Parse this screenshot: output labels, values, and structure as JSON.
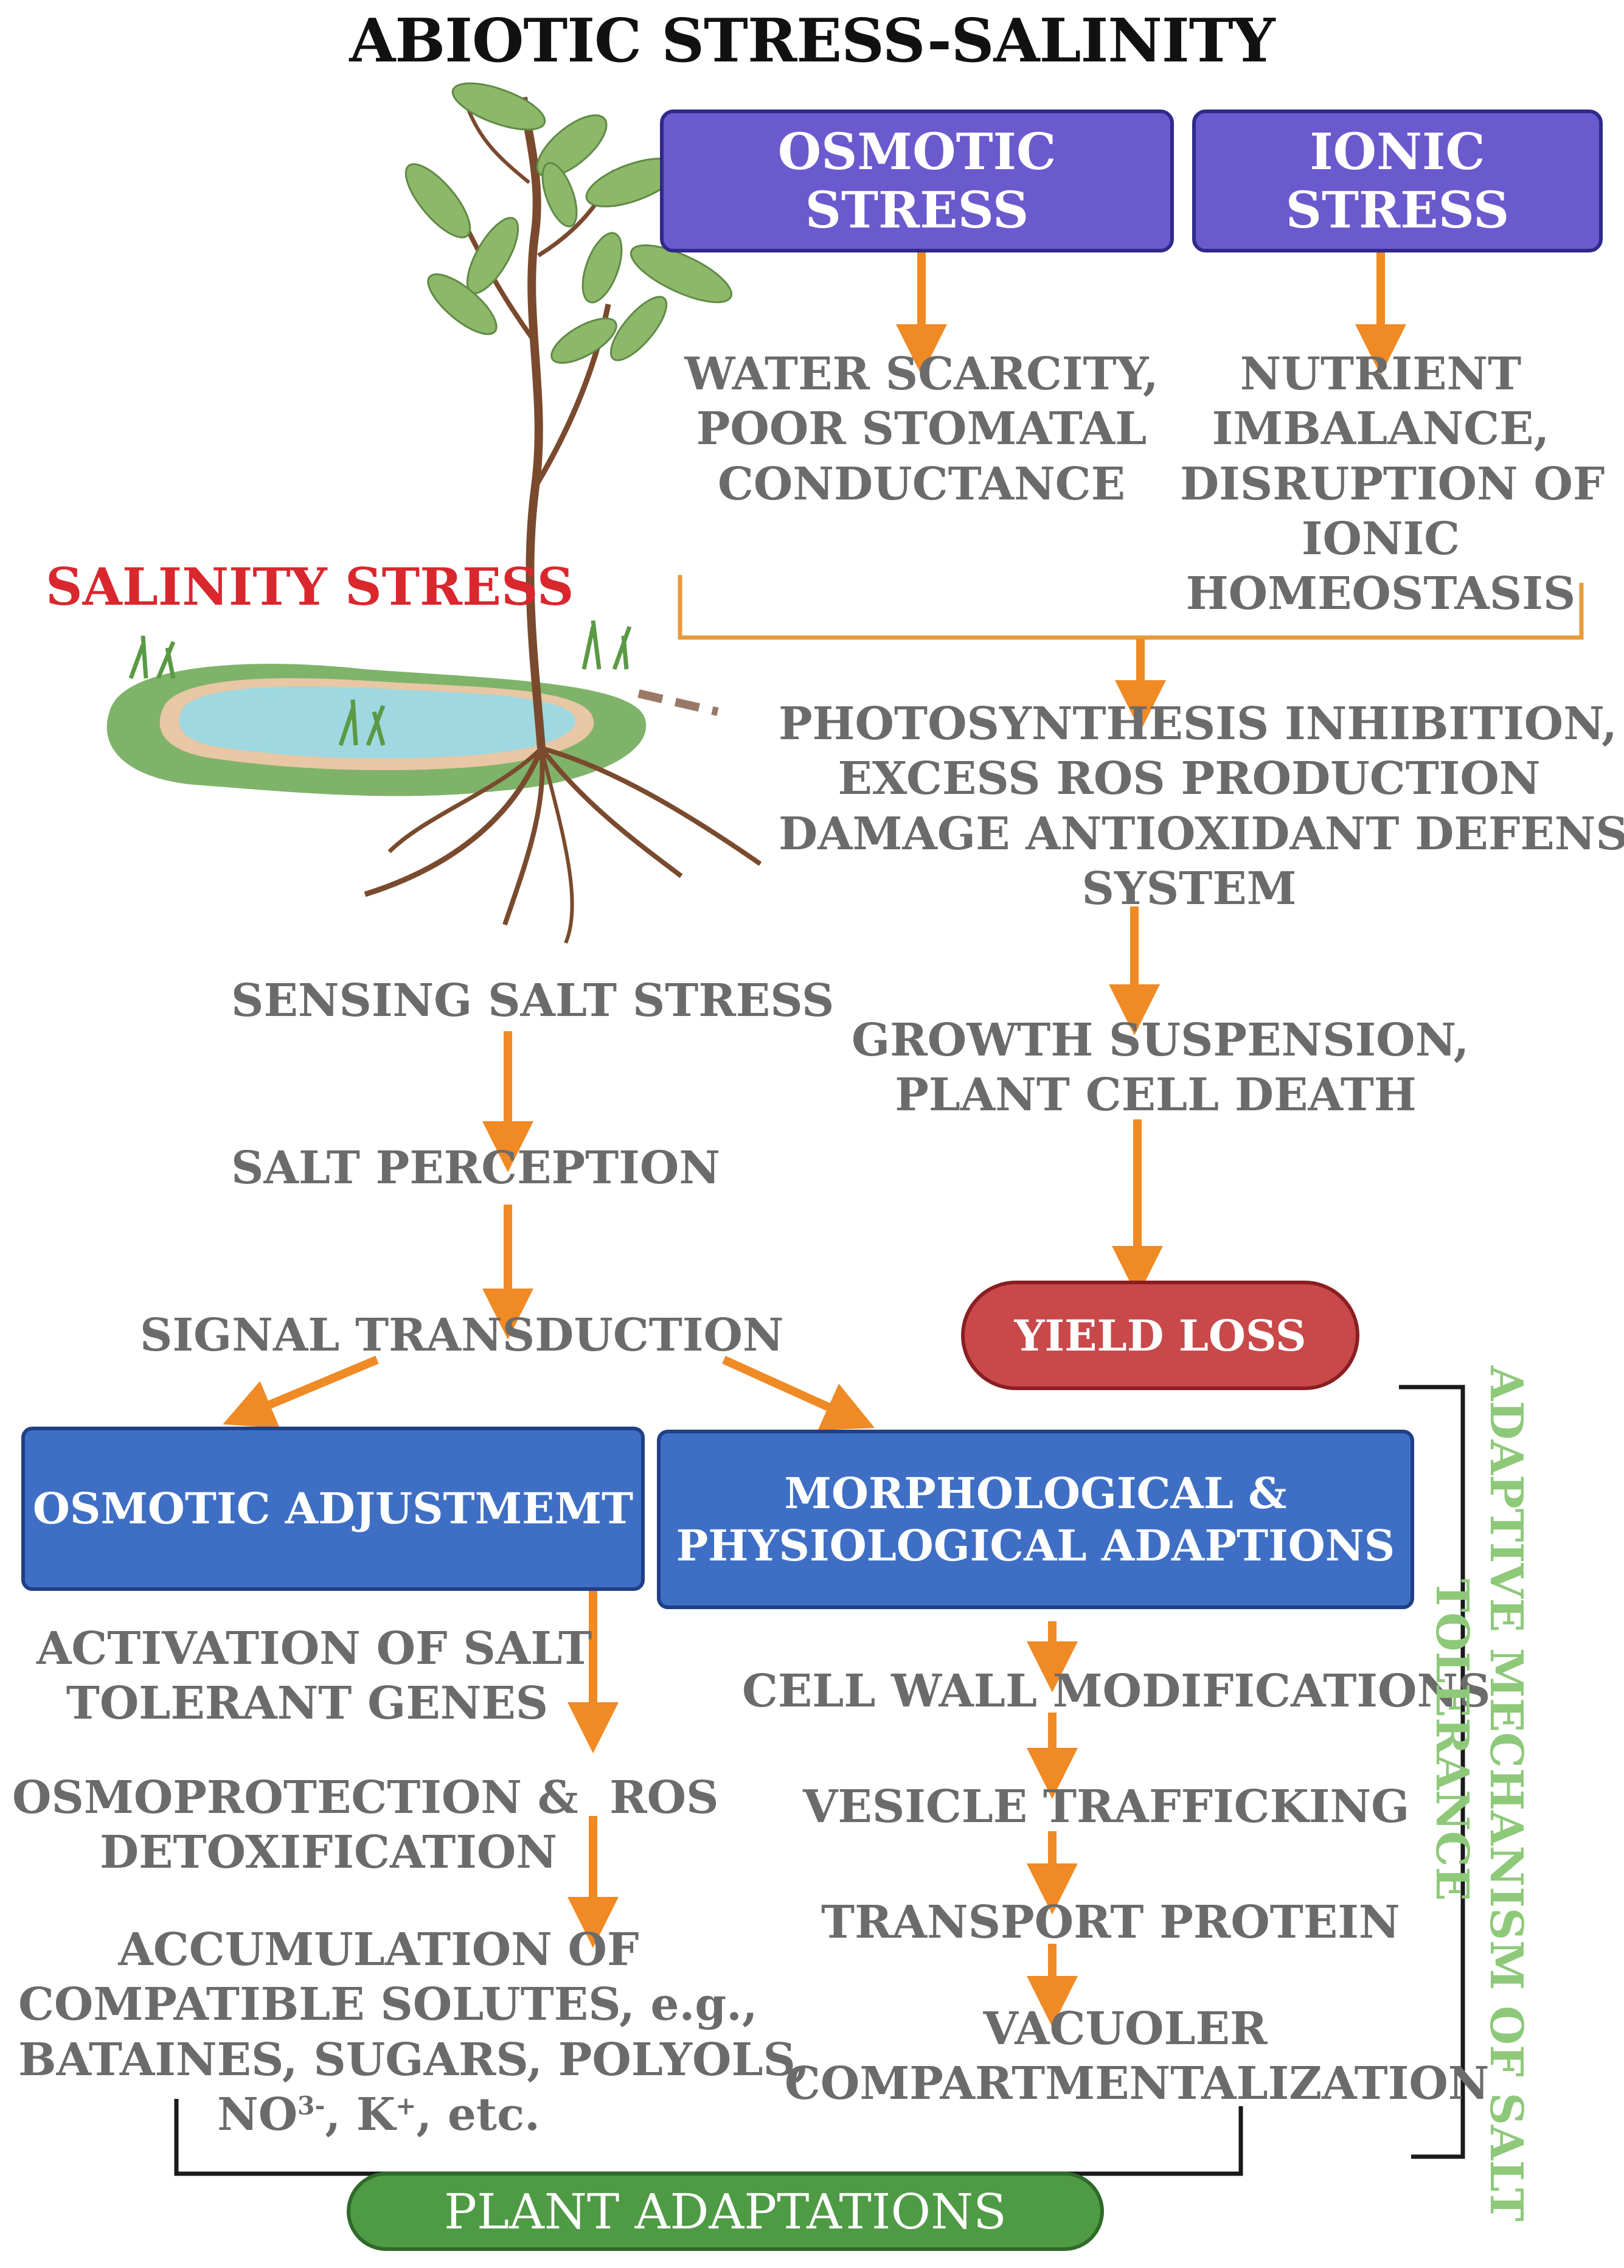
{
  "title": "ABIOTIC STRESS-SALINITY",
  "left_label": "SALINITY STRESS",
  "boxes": {
    "osmotic_stress": "OSMOTIC STRESS",
    "ionic_stress": "IONIC STRESS",
    "yield_loss": "YIELD LOSS",
    "osmotic_adjustment": "OSMOTIC ADJUSTMEMT",
    "morphological_1": "MORPHOLOGICAL &",
    "morphological_2": "PHYSIOLOGICAL ADAPTIONS",
    "plant_adaptations": "PLANT ADAPTATIONS"
  },
  "effects": {
    "water_1": "WATER SCARCITY,",
    "water_2": "POOR STOMATAL",
    "water_3": "CONDUCTANCE",
    "nutrient_1": "NUTRIENT",
    "nutrient_2": "IMBALANCE,",
    "nutrient_3": "DISRUPTION OF",
    "nutrient_4": "IONIC",
    "nutrient_5": "HOMEOSTASIS",
    "photo_1": "PHOTOSYNTHESIS INHIBITION,",
    "photo_2": "EXCESS ROS PRODUCTION",
    "photo_3": "DAMAGE ANTIOXIDANT DEFENSE",
    "photo_4": "SYSTEM",
    "growth_1": "GROWTH SUSPENSION,",
    "growth_2": "PLANT CELL DEATH"
  },
  "pathway": {
    "sensing": "SENSING SALT STRESS",
    "perception": "SALT PERCEPTION",
    "signal": "SIGNAL TRANSDUCTION"
  },
  "osmotic_steps": {
    "activation_1": "ACTIVATION OF SALT",
    "activation_2": "TOLERANT GENES",
    "osmoprotection_1": "OSMOPROTECTION &  ROS",
    "osmoprotection_2": "DETOXIFICATION",
    "accumulation_1": "ACCUMULATION OF",
    "accumulation_2": "COMPATIBLE SOLUTES, e.g.,",
    "accumulation_3": "BATAINES, SUGARS, POLYOLS,",
    "accumulation_4_pre": "NO",
    "accumulation_4_sup1": "3-",
    "accumulation_4_mid": ", K",
    "accumulation_4_sup2": "+",
    "accumulation_4_post": ", etc."
  },
  "morph_steps": {
    "cell_wall": "CELL WALL MODIFICATIONS",
    "vesicle": "VESICLE TRAFFICKING",
    "transport": "TRANSPORT PROTEIN",
    "vacuole_1": "VACUOLER",
    "vacuole_2": "COMPARTMENTALIZATION"
  },
  "side_label": {
    "line1": "ADAPTIVE MECHANISM OF SALT",
    "line2": "TOLERANCE"
  },
  "colors": {
    "arrow": "#ef8a25",
    "bracket_orange": "#e99a3c",
    "purple_box": "#6a5acd",
    "blue_box": "#3f6fc4",
    "red_pill": "#c9484a",
    "green_pill": "#4f9a45",
    "side_label_green": "#8ec97a",
    "salinity_red": "#d9272e",
    "body_text": "#6b6b6b"
  },
  "icons": [
    "tree-illustration",
    "pond-illustration"
  ]
}
